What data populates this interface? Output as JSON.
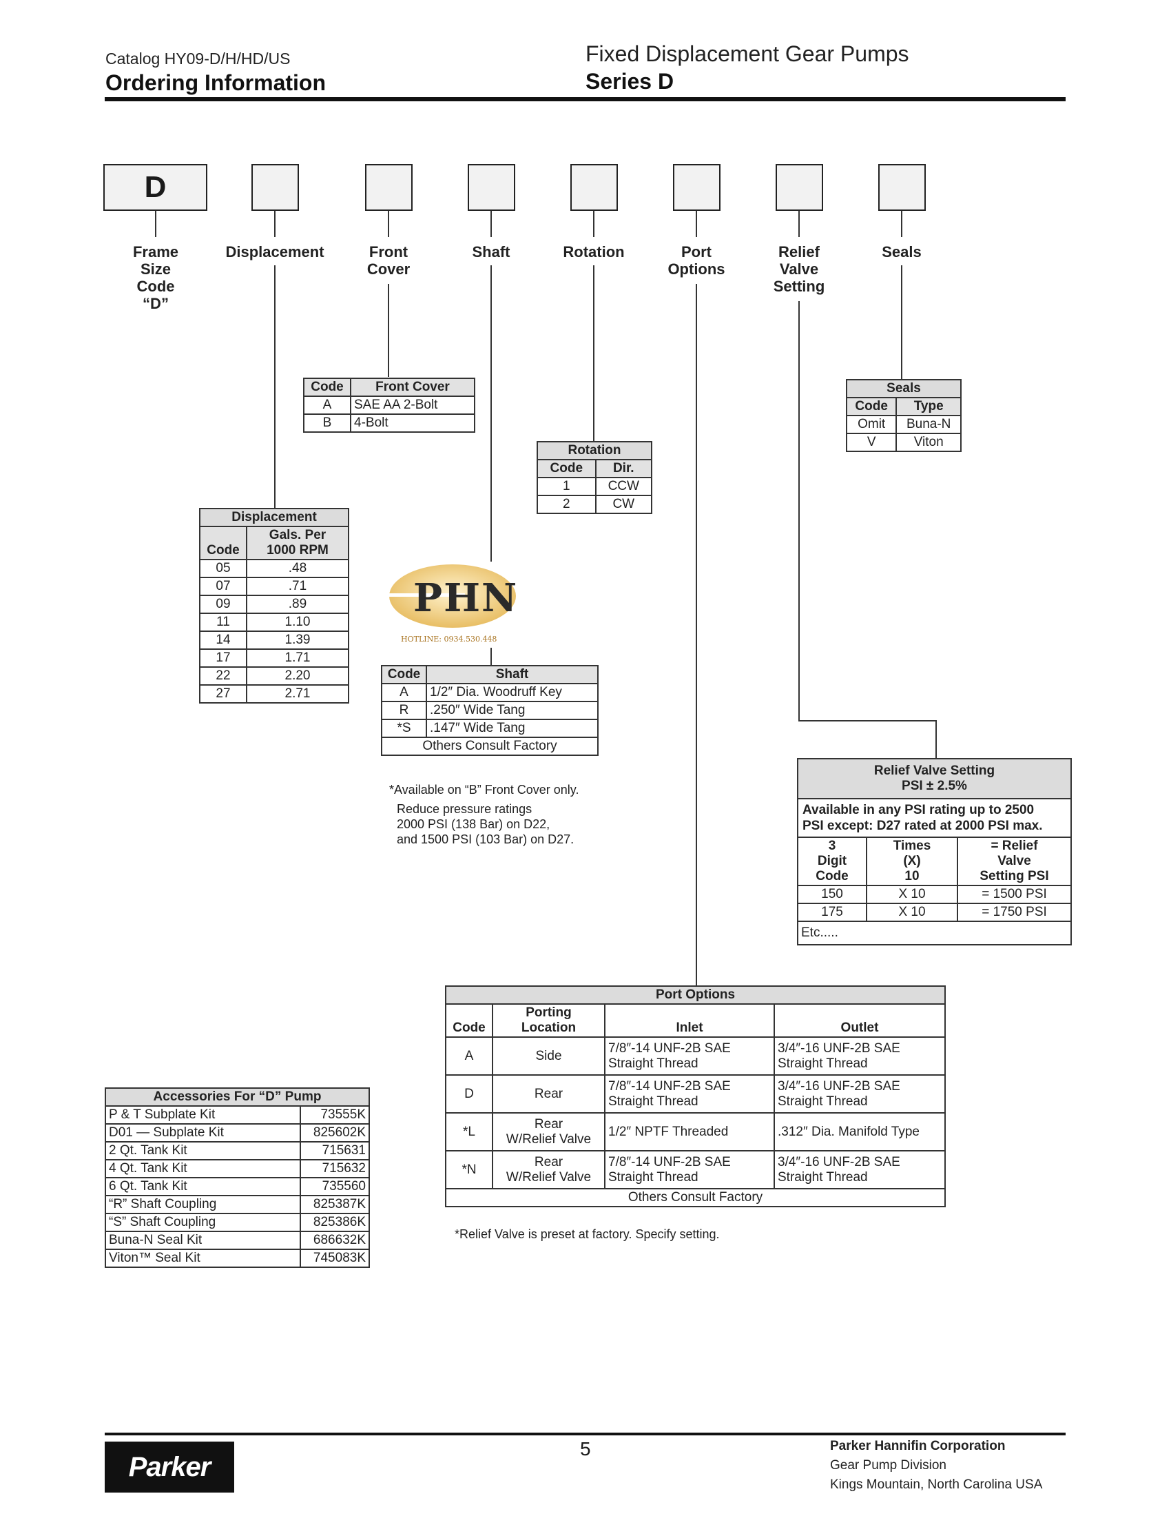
{
  "header": {
    "catalog": "Catalog HY09-D/H/HD/US",
    "section": "Ordering Information",
    "product": "Fixed Displacement Gear Pumps",
    "series": "Series D"
  },
  "code_boxes": {
    "first": "D",
    "labels": {
      "frame": "Frame\nSize\nCode\n“D”",
      "displacement": "Displacement",
      "front_cover": "Front\nCover",
      "shaft": "Shaft",
      "rotation": "Rotation",
      "port_options": "Port\nOptions",
      "relief_valve": "Relief\nValve\nSetting",
      "seals": "Seals"
    }
  },
  "front_cover_table": {
    "headers": [
      "Code",
      "Front Cover"
    ],
    "rows": [
      [
        "A",
        "SAE AA 2-Bolt"
      ],
      [
        "B",
        "4-Bolt"
      ]
    ]
  },
  "seals_table": {
    "title": "Seals",
    "headers": [
      "Code",
      "Type"
    ],
    "rows": [
      [
        "Omit",
        "Buna-N"
      ],
      [
        "V",
        "Viton"
      ]
    ]
  },
  "rotation_table": {
    "title": "Rotation",
    "headers": [
      "Code",
      "Dir."
    ],
    "rows": [
      [
        "1",
        "CCW"
      ],
      [
        "2",
        "CW"
      ]
    ]
  },
  "displacement_table": {
    "title": "Displacement",
    "headers": [
      "Code",
      "Gals. Per\n1000 RPM"
    ],
    "rows": [
      [
        "05",
        ".48"
      ],
      [
        "07",
        ".71"
      ],
      [
        "09",
        ".89"
      ],
      [
        "11",
        "1.10"
      ],
      [
        "14",
        "1.39"
      ],
      [
        "17",
        "1.71"
      ],
      [
        "22",
        "2.20"
      ],
      [
        "27",
        "2.71"
      ]
    ]
  },
  "watermark": {
    "text": "PHN",
    "hotline": "HOTLINE: 0934.530.448"
  },
  "shaft_table": {
    "headers": [
      "Code",
      "Shaft"
    ],
    "rows": [
      [
        "A",
        "1/2″ Dia. Woodruff Key"
      ],
      [
        "R",
        ".250″ Wide Tang"
      ],
      [
        "*S",
        ".147″ Wide Tang"
      ]
    ],
    "footer": "Others Consult Factory",
    "notes": [
      "*Available on “B” Front Cover only.",
      "Reduce pressure ratings",
      "2000 PSI (138 Bar) on D22,",
      "and 1500 PSI (103 Bar) on D27."
    ]
  },
  "relief_table": {
    "title": "Relief Valve Setting\nPSI ± 2.5%",
    "subtitle": "Available in any PSI rating up to 2500\nPSI except: D27 rated at 2000 PSI max.",
    "headers": [
      "3\nDigit\nCode",
      "Times\n(X)\n10",
      "= Relief\nValve\nSetting PSI"
    ],
    "rows": [
      [
        "150",
        "X 10",
        "=  1500 PSI"
      ],
      [
        "175",
        "X 10",
        "=  1750 PSI"
      ]
    ],
    "footer": "Etc....."
  },
  "port_table": {
    "title": "Port Options",
    "headers": [
      "Code",
      "Porting\nLocation",
      "Inlet",
      "Outlet"
    ],
    "rows": [
      [
        "A",
        "Side",
        "7/8″-14 UNF-2B SAE\nStraight Thread",
        "3/4″-16 UNF-2B SAE\nStraight Thread"
      ],
      [
        "D",
        "Rear",
        "7/8″-14 UNF-2B SAE\nStraight Thread",
        "3/4″-16 UNF-2B SAE\nStraight Thread"
      ],
      [
        "*L",
        "Rear\nW/Relief Valve",
        "1/2″ NPTF Threaded",
        ".312″ Dia. Manifold Type"
      ],
      [
        "*N",
        "Rear\nW/Relief Valve",
        "7/8″-14 UNF-2B SAE\nStraight Thread",
        "3/4″-16 UNF-2B SAE\nStraight Thread"
      ]
    ],
    "footer": "Others Consult Factory",
    "note": "*Relief Valve is preset at factory. Specify setting."
  },
  "accessories_table": {
    "title": "Accessories For “D” Pump",
    "rows": [
      [
        "P & T Subplate Kit",
        "73555K"
      ],
      [
        "D01 — Subplate Kit",
        "825602K"
      ],
      [
        "2 Qt. Tank Kit",
        "715631"
      ],
      [
        "4 Qt. Tank Kit",
        "715632"
      ],
      [
        "6 Qt. Tank Kit",
        "735560"
      ],
      [
        "“R” Shaft Coupling",
        "825387K"
      ],
      [
        "“S” Shaft Coupling",
        "825386K"
      ],
      [
        "Buna-N Seal Kit",
        "686632K"
      ],
      [
        "Viton™ Seal Kit",
        "745083K"
      ]
    ]
  },
  "footer": {
    "page_number": "5",
    "logo": "Parker",
    "company": "Parker Hannifin Corporation",
    "division": "Gear Pump Division",
    "location": "Kings Mountain, North Carolina USA"
  }
}
